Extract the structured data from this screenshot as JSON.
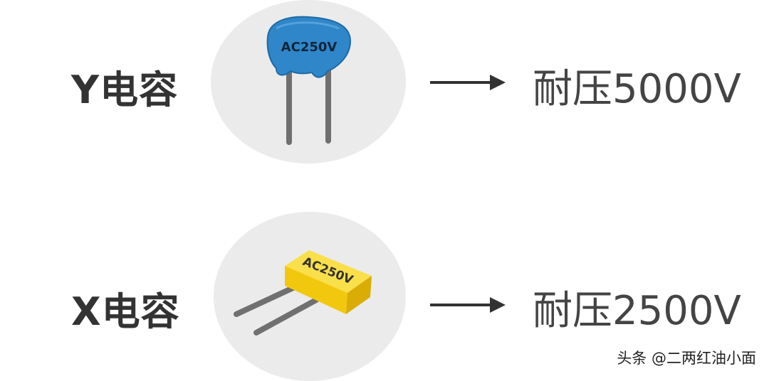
{
  "rows": [
    {
      "label": "Y电容",
      "component_marking": "AC250V",
      "component_color": "#2f86c9",
      "value": "耐压5000V"
    },
    {
      "label": "X电容",
      "component_marking": "AC250V",
      "component_color": "#f5d21e",
      "value": "耐压2500V"
    }
  ],
  "arrow_color": "#333333",
  "watermark": "头条 @二两红油小面"
}
